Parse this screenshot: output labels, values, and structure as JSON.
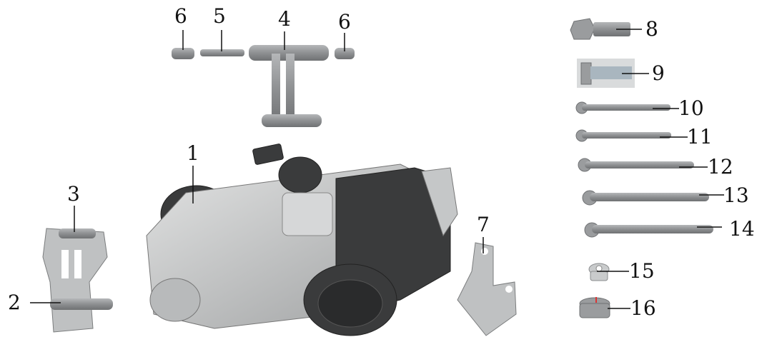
{
  "diagram": {
    "callouts": {
      "p1": "1",
      "p2": "2",
      "p3": "3",
      "p4": "4",
      "p5": "5",
      "p6a": "6",
      "p6b": "6",
      "p7": "7",
      "p8": "8",
      "p9": "9",
      "p10": "10",
      "p11": "11",
      "p12": "12",
      "p13": "13",
      "p14": "14",
      "p15": "15",
      "p16": "16"
    }
  }
}
